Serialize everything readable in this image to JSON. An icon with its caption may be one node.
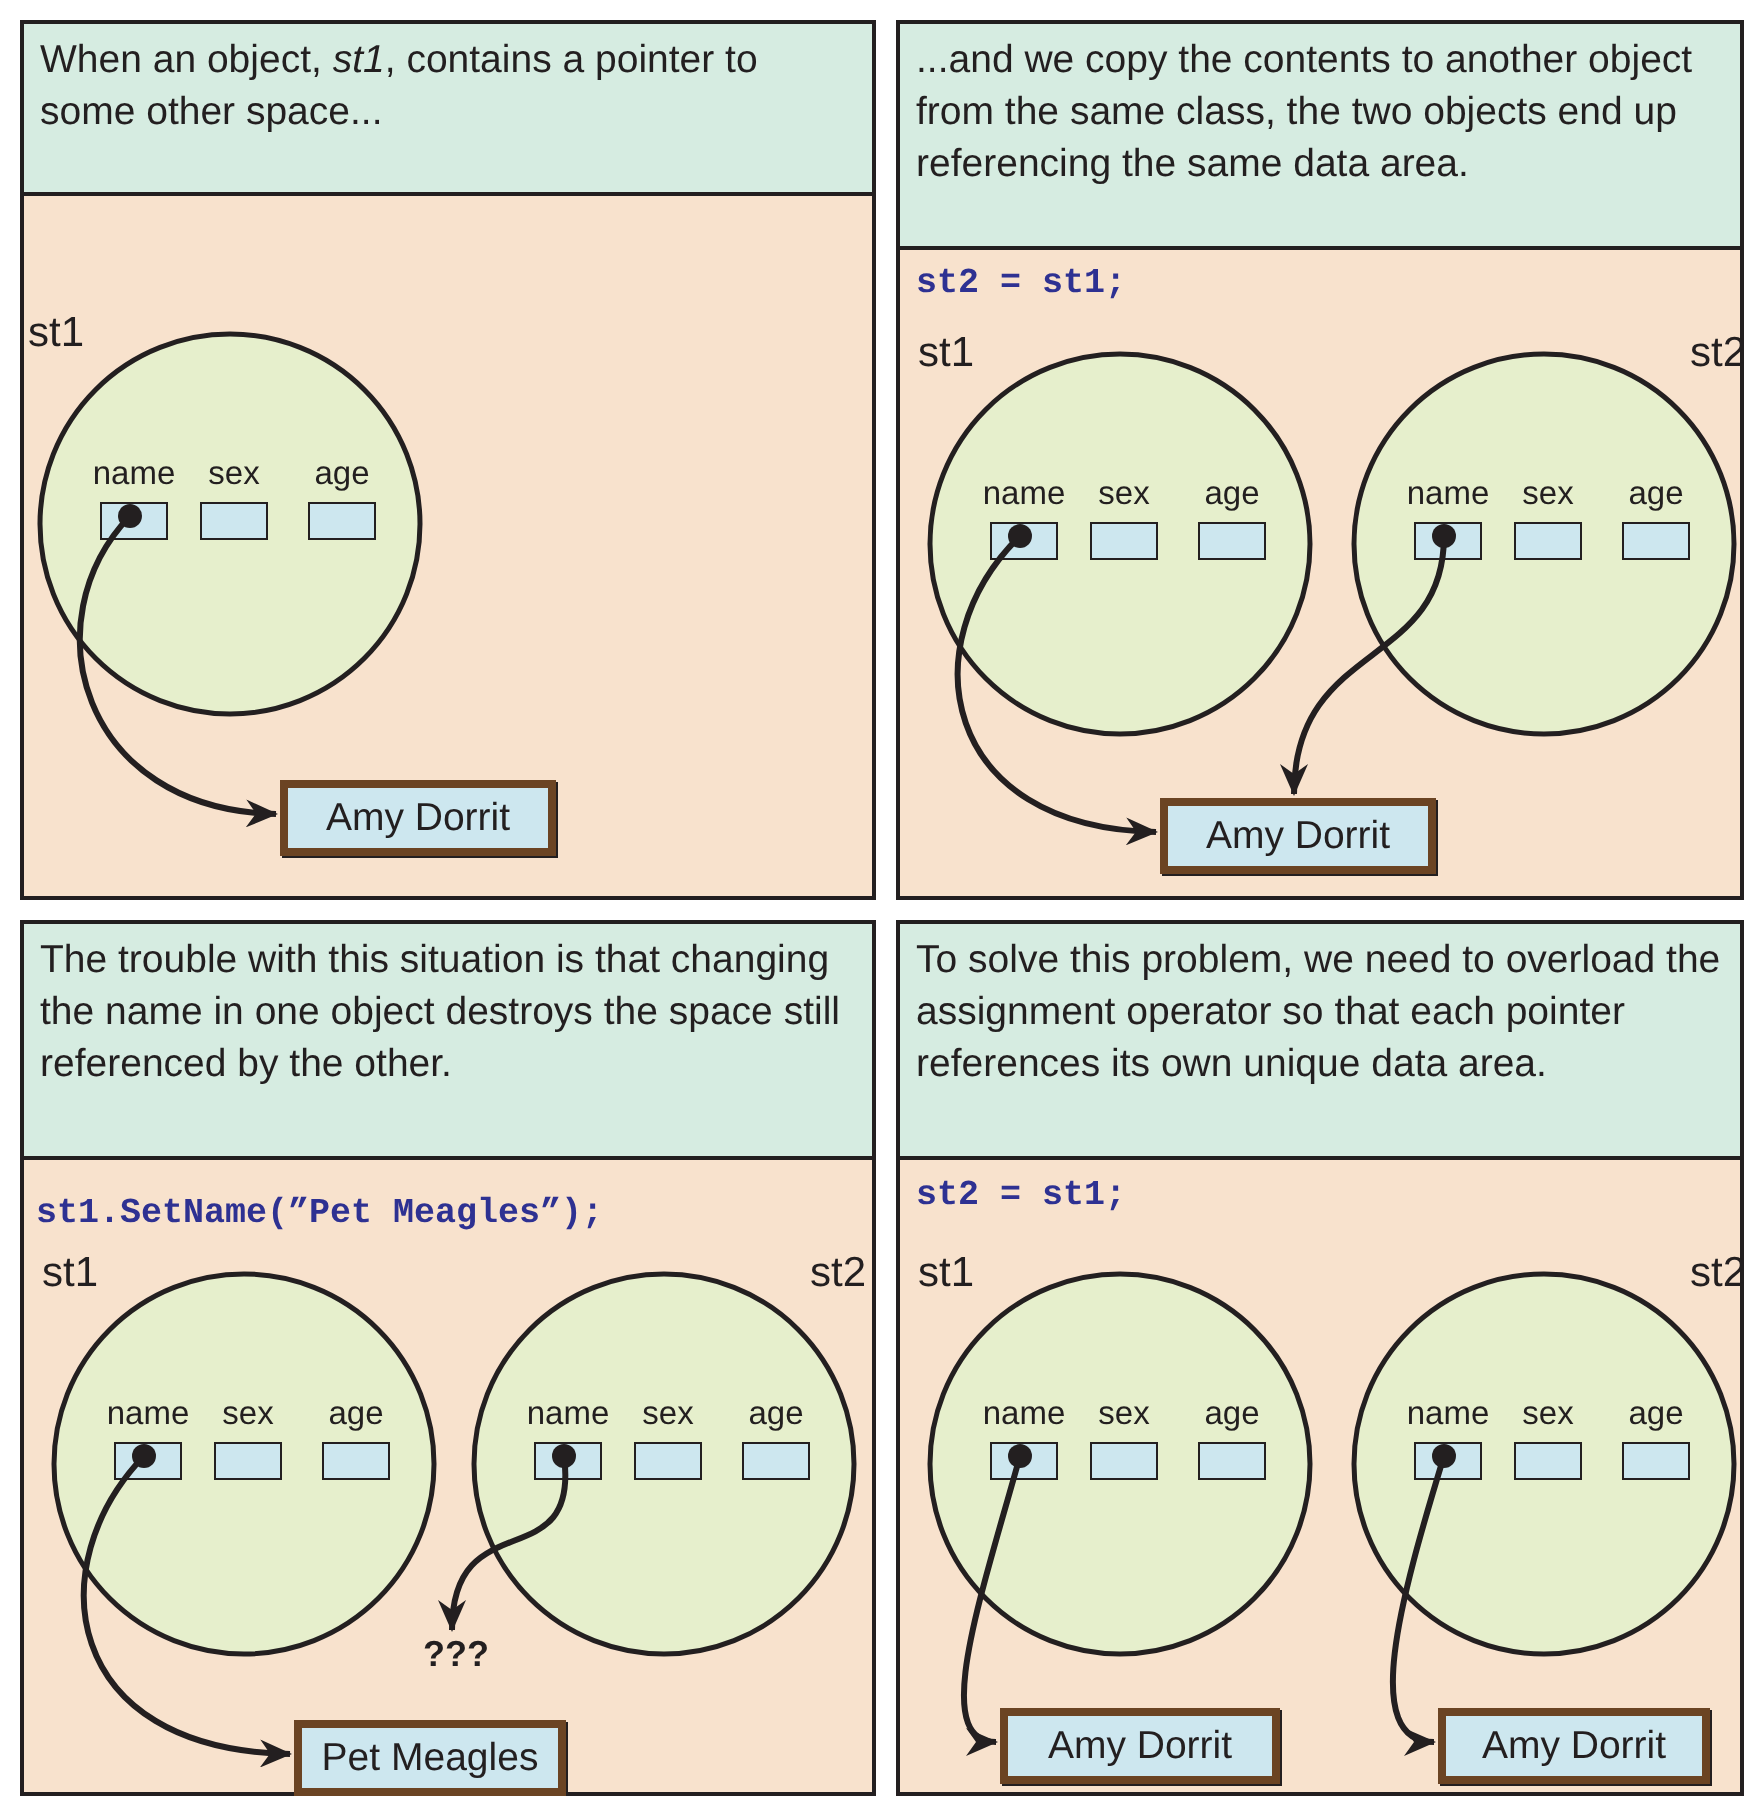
{
  "diagram": {
    "nodes": [
      {
        "text": [
          "When an object, *st1*,  contains a pointer to some other space..."
        ]
      },
      {
        "text": [
          "st1"
        ],
        "in": 0
      },
      {
        "text": [
          "name"
        ],
        "in": 1
      },
      {
        "text": [
          "sex"
        ],
        "in": 1
      },
      {
        "text": [
          "age"
        ],
        "in": 1
      },
      {
        "text": [
          "Amy Dorrit"
        ],
        "in": 0
      },
      {
        "text": [
          "...and we copy the contents to another object from the same class, the two objects end up referencing the same data area."
        ]
      },
      {
        "text": [
          "st1"
        ],
        "in": 6
      },
      {
        "text": [
          "name"
        ],
        "in": 7
      },
      {
        "text": [
          "sex"
        ],
        "in": 7
      },
      {
        "text": [
          "age"
        ],
        "in": 7
      },
      {
        "text": [
          "st2"
        ],
        "in": 6
      },
      {
        "text": [
          "name"
        ],
        "in": 11
      },
      {
        "text": [
          "sex"
        ],
        "in": 11
      },
      {
        "text": [
          "age"
        ],
        "in": 11
      },
      {
        "text": [
          "Amy Dorrit"
        ],
        "in": 6
      },
      {
        "text": [
          "The trouble with this situation is that changing the name in one object destroys the space still referenced by the other."
        ]
      },
      {
        "text": [
          "st1"
        ],
        "in": 16
      },
      {
        "text": [
          "name"
        ],
        "in": 17
      },
      {
        "text": [
          "sex"
        ],
        "in": 17
      },
      {
        "text": [
          "age"
        ],
        "in": 17
      },
      {
        "text": [
          "st2"
        ],
        "in": 16
      },
      {
        "text": [
          "name"
        ],
        "in": 21
      },
      {
        "text": [
          "sex"
        ],
        "in": 21
      },
      {
        "text": [
          "age"
        ],
        "in": 21
      },
      {
        "text": [
          "???"
        ],
        "in": 16
      },
      {
        "text": [
          "Pet Meagles"
        ],
        "in": 16
      },
      {
        "text": [
          "To solve this problem, we need to overload the assignment operator so that each pointer references its own unique data area."
        ]
      },
      {
        "text": [
          "st1"
        ],
        "in": 27
      },
      {
        "text": [
          "name"
        ],
        "in": 28
      },
      {
        "text": [
          "sex"
        ],
        "in": 28
      },
      {
        "text": [
          "age"
        ],
        "in": 28
      },
      {
        "text": [
          "st2"
        ],
        "in": 27
      },
      {
        "text": [
          "name"
        ],
        "in": 32
      },
      {
        "text": [
          "sex"
        ],
        "in": 32
      },
      {
        "text": [
          "age"
        ],
        "in": 32
      },
      {
        "text": [
          "Amy Dorrit"
        ],
        "in": 27
      },
      {
        "text": [
          "Amy Dorrit"
        ],
        "in": 27
      }
    ],
    "edges": [
      {
        "from": 2,
        "to": 5,
        "arrow": "to"
      },
      {
        "from": 8,
        "to": 15,
        "arrow": "to"
      },
      {
        "from": 12,
        "to": 15,
        "arrow": "to"
      },
      {
        "from": 18,
        "to": 26,
        "arrow": "to"
      },
      {
        "from": 22,
        "to": 25,
        "arrow": "to"
      },
      {
        "from": 29,
        "to": 36,
        "arrow": "to"
      },
      {
        "from": 33,
        "to": 37,
        "arrow": "to"
      }
    ],
    "labels": [
      "st2 = st1;",
      "st1.SetName(”Pet Meagles”);",
      "st2 = st1;"
    ]
  }
}
